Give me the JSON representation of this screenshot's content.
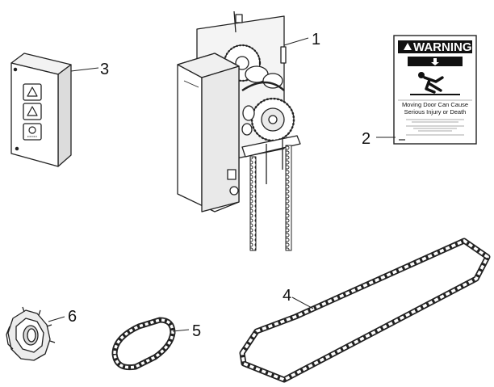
{
  "callouts": {
    "c1": "1",
    "c2": "2",
    "c3": "3",
    "c4": "4",
    "c5": "5",
    "c6": "6"
  },
  "warning_label": {
    "title": "WARNING",
    "headline_1": "Moving Door Can Cause",
    "headline_2": "Serious Injury or Death"
  }
}
